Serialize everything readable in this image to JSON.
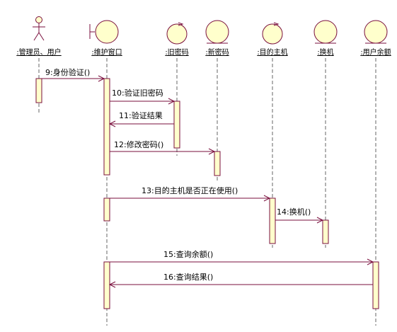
{
  "colors": {
    "stroke": "#7a0f3d",
    "fill": "#ffffcc",
    "lifeline": "#666666"
  },
  "participants": [
    {
      "id": "user",
      "label": ":管理员、用户",
      "icon": "actor-icon"
    },
    {
      "id": "window",
      "label": ":维护窗口",
      "icon": "boundary-icon"
    },
    {
      "id": "oldpwd",
      "label": ":旧密码",
      "icon": "control-icon"
    },
    {
      "id": "newpwd",
      "label": ":新密码",
      "icon": "entity-icon"
    },
    {
      "id": "host",
      "label": ":目的主机",
      "icon": "control-icon"
    },
    {
      "id": "switch",
      "label": ":换机",
      "icon": "entity-icon"
    },
    {
      "id": "balance",
      "label": ":用户余额",
      "icon": "entity-icon"
    }
  ],
  "messages": [
    {
      "label": "9:身份验证()",
      "from": "user",
      "to": "window"
    },
    {
      "label": "10:验证旧密码",
      "from": "window",
      "to": "oldpwd"
    },
    {
      "label": "11:验证结果",
      "from": "oldpwd",
      "to": "window"
    },
    {
      "label": "12:修改密码()",
      "from": "window",
      "to": "newpwd"
    },
    {
      "label": "13:目的主机是否正在使用()",
      "from": "window",
      "to": "host"
    },
    {
      "label": "14:换机()",
      "from": "host",
      "to": "switch"
    },
    {
      "label": "15:查询余额()",
      "from": "window",
      "to": "balance"
    },
    {
      "label": "16:查询结果()",
      "from": "balance",
      "to": "window"
    }
  ]
}
